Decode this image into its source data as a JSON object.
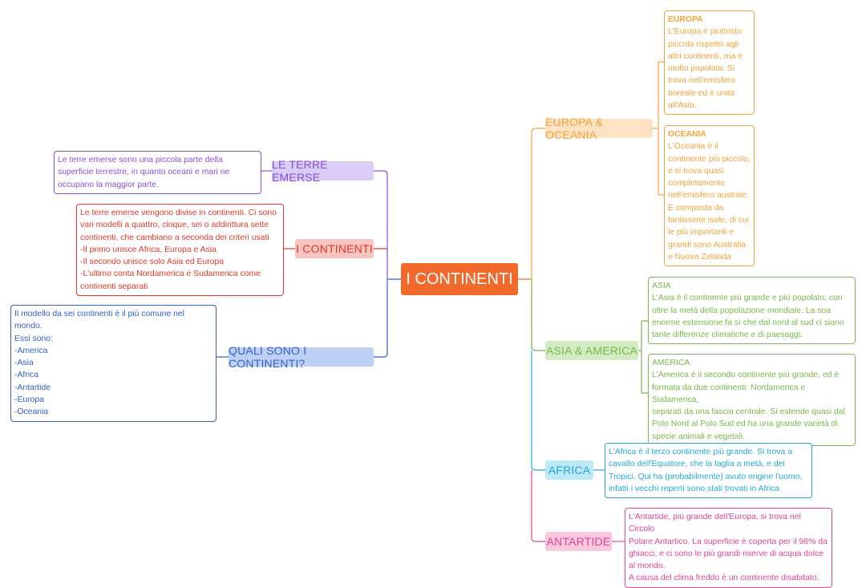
{
  "central": "I CONTINENTI",
  "left": [
    {
      "topic": "LE TERRE EMERSE",
      "lines": [
        "Le terre emerse sono una piccola parte della",
        "superficie terrestre, in quanto oceani e mari ne",
        "occupano la maggior parte."
      ]
    },
    {
      "topic": "I CONTINENTI",
      "lines": [
        "Le terre emerse vengono divise in continenti. Ci sono",
        "vari modelli a quattro, cinque, sei o addirittura sette",
        "continenti, che cambiano a seconda dei criteri usati",
        "-Il primo unisce Africa, Europa e Asia",
        "-Il secondo unisce solo Asia ed Europa",
        "-L'ultimo conta Nordamerica e Sudamerica come",
        "continenti separati"
      ]
    },
    {
      "topic": "QUALI SONO I CONTINENTI?",
      "lines": [
        "Il modello da sei continenti è il più comune nel mondo.",
        "Essi sono:",
        "-America",
        "-Asia",
        "-Africa",
        "-Antartide",
        "-Europa",
        "-Oceania"
      ]
    }
  ],
  "right": [
    {
      "topic": "EUROPA & OCEANIA",
      "notes": [
        {
          "title": "EUROPA",
          "lines": [
            "L'Europa è piuttosto",
            "piccola rispetto agli",
            "altri continenti, ma è",
            "molto popolata. Si",
            "trova nell'emisfero",
            "boreale ed è unita",
            "all'Asia."
          ]
        },
        {
          "title": "OCEANIA",
          "lines": [
            "L'Oceania è il",
            "continente più piccolo,",
            "e si trova quasi",
            "completamente",
            "nell'emisfero australe.",
            "È composta da",
            "tantissime isole, di cui",
            "le più importanti e",
            "grandi sono Australia",
            "e Nuova Zelanda"
          ]
        }
      ]
    },
    {
      "topic": "ASIA & AMERICA",
      "notes": [
        {
          "title": "ASIA",
          "lines": [
            "L'Asia è il continente più grande e più popolato, con",
            "oltre la metà della popolazione mondiale. La sua",
            "enorme estensione fa sì che dal nord al sud ci siano",
            "tante differenze climatiche e di paesaggi."
          ]
        },
        {
          "title": "AMERICA",
          "lines": [
            "L'America è il secondo continente più grande, ed è",
            "formata da due continenti: Nordamerica e Sudamerica,",
            "separati da una fascia centrale. Si estende quasi dal",
            "Polo Nord al Polo Sud ed ha una grande varietà di",
            "specie animali e vegetali."
          ]
        }
      ]
    },
    {
      "topic": "AFRICA",
      "notes": [
        {
          "title": "",
          "lines": [
            "L'Africa è il terzo continente più grande. Si trova a",
            "cavallo dell'Equatore, che la taglia a metà, e dei",
            "Tropici. Qui ha (probabilmente) avuto origine l'uomo,",
            "infatti i vecchi reperti sono stati trovati in Africa"
          ]
        }
      ]
    },
    {
      "topic": "ANTARTIDE",
      "notes": [
        {
          "title": "",
          "lines": [
            "L'Antartide, più grande dell'Europa, si trova nel Circolo",
            "Polare Antartico. La superficie è coperta per il 98% da",
            "ghiacci, e ci sono le più grandi riserve di acqua dolce",
            "al mondo.",
            "A causa del clima freddo è un continente disabitato."
          ]
        }
      ]
    }
  ],
  "colors": {
    "central": "#f16a2b",
    "purple": "#8a4fd6",
    "purple_bg": "#d9ccf7",
    "red": "#e0382c",
    "red_bg": "#f8c4c0",
    "blue": "#2f62c9",
    "blue_bg": "#bfd0f7",
    "orange": "#f2a33a",
    "orange_bg": "#fde2c3",
    "green": "#78b84a",
    "green_bg": "#d3ebc2",
    "cyan": "#23a9d6",
    "cyan_bg": "#bde8f7",
    "pink": "#e0458f",
    "pink_bg": "#f9c8df"
  }
}
